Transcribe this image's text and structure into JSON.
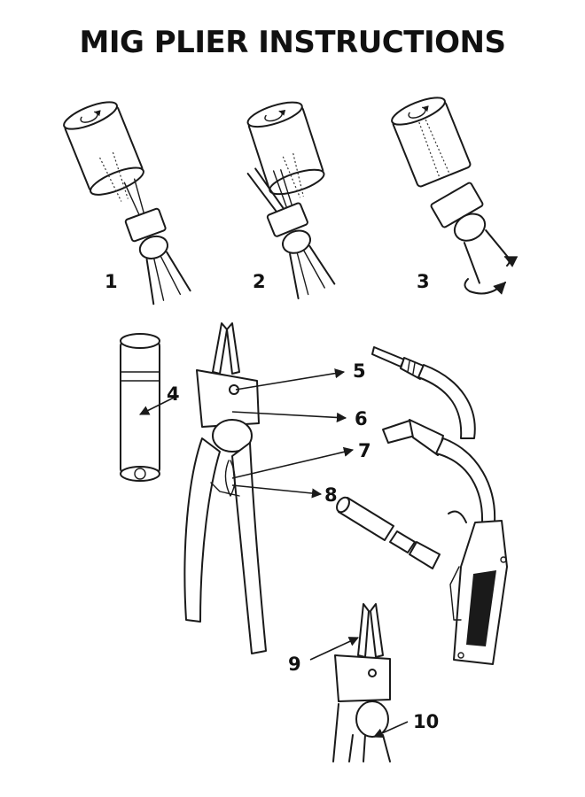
{
  "title": "MIG PLIER INSTRUCTIONS",
  "steps": [
    {
      "number": "1"
    },
    {
      "number": "2"
    },
    {
      "number": "3"
    }
  ],
  "callouts": [
    "4",
    "5",
    "6",
    "7",
    "8",
    "9",
    "10"
  ],
  "icons": {
    "rotate": "rotate-arrow-icon",
    "wiggle": "wiggle-arrow-icon"
  },
  "colors": {
    "ink": "#111111",
    "background": "#ffffff"
  }
}
